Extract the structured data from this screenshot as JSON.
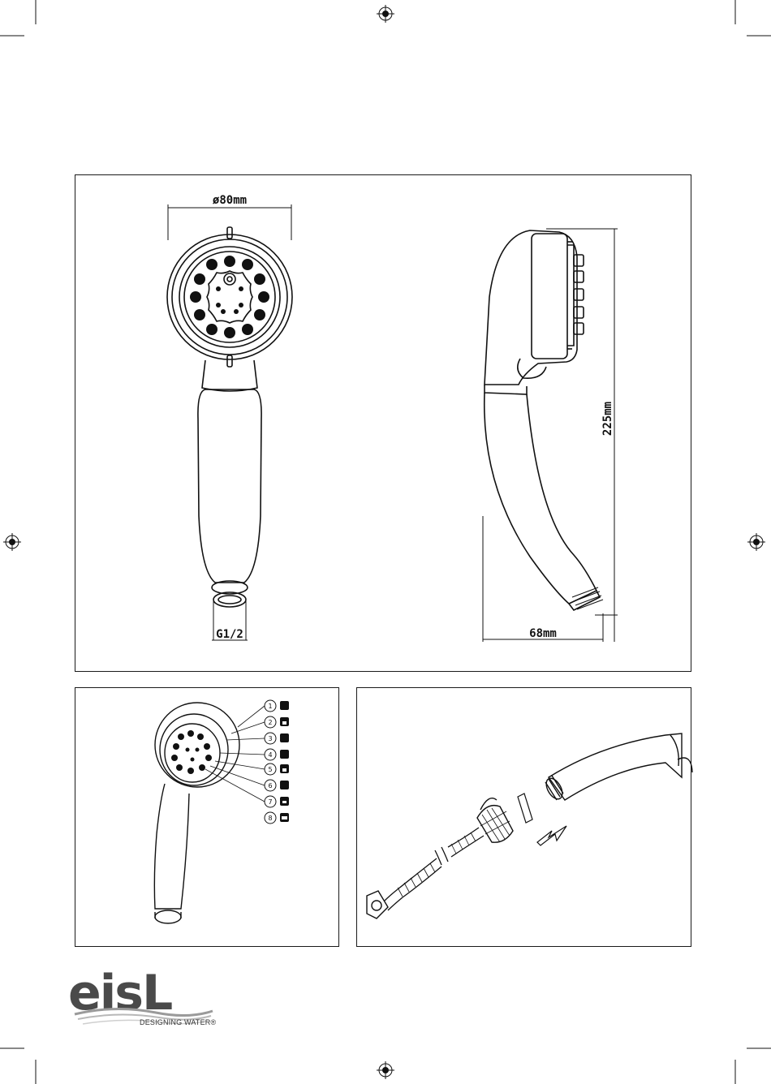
{
  "dimensions": {
    "head_diameter": "ø80mm",
    "thread": "G1/2",
    "length": "225mm",
    "depth": "68mm"
  },
  "spray_modes": [
    "1",
    "2",
    "3",
    "4",
    "5",
    "6",
    "7",
    "8"
  ],
  "brand": {
    "logo_text": "eisL",
    "tagline": "DESIGNING WATER®"
  },
  "colors": {
    "line": "#111111",
    "logo_gray": "#4a4a4a",
    "wave_gray": "#9a9a9a"
  }
}
